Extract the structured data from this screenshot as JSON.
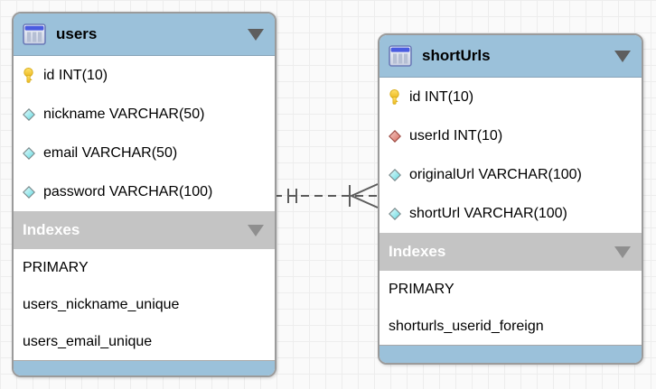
{
  "diagram": {
    "tool_hint": "EER diagram with two tables connected by a dashed one-to-many relationship",
    "tables": [
      {
        "title": "users",
        "columns": [
          {
            "icon": "primary-key",
            "label": "id INT(10)"
          },
          {
            "icon": "column",
            "label": "nickname VARCHAR(50)"
          },
          {
            "icon": "column",
            "label": "email VARCHAR(50)"
          },
          {
            "icon": "column",
            "label": "password VARCHAR(100)"
          }
        ],
        "indexes_header": "Indexes",
        "indexes": [
          "PRIMARY",
          "users_nickname_unique",
          "users_email_unique"
        ]
      },
      {
        "title": "shortUrls",
        "columns": [
          {
            "icon": "primary-key",
            "label": "id INT(10)"
          },
          {
            "icon": "foreign-key",
            "label": "userId INT(10)"
          },
          {
            "icon": "column",
            "label": "originalUrl VARCHAR(100)"
          },
          {
            "icon": "column",
            "label": "shortUrl VARCHAR(100)"
          }
        ],
        "indexes_header": "Indexes",
        "indexes": [
          "PRIMARY",
          "shorturls_userid_foreign"
        ]
      }
    ],
    "relationship": {
      "from_table": "users",
      "to_table": "shortUrls",
      "from_cardinality": "one",
      "to_cardinality": "many",
      "line_style": "dashed"
    },
    "colors": {
      "table_header_blue": "#9bc1da",
      "indexes_bar_gray": "#c4c4c4",
      "table_border": "#9b9b9b",
      "relationship_line": "#5c5c5c",
      "canvas_bg": "#fafafa",
      "grid_line": "#ededed",
      "primary_key_icon": "#f7cf3d",
      "column_icon": "#5fd9e0",
      "foreign_key_icon": "#d5685c"
    }
  }
}
